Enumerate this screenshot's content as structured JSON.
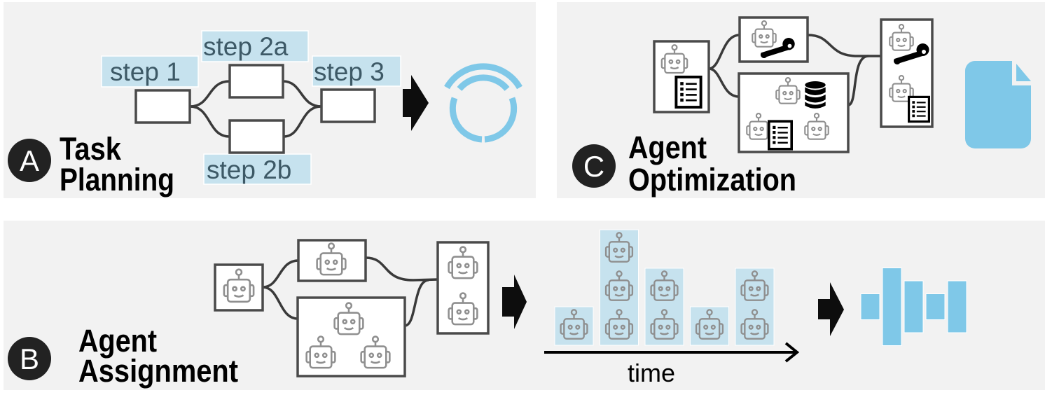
{
  "colors": {
    "panel": "#f2f2f2",
    "accent_blue": "#7fc8e8",
    "label_bg": "#c6e2ee",
    "robot_gray": "#8f8f8f"
  },
  "panel_a": {
    "badge": "A",
    "title_line1": "Task",
    "title_line2": "Planning",
    "steps": [
      "step 1",
      "step 2a",
      "step 3",
      "step 2b"
    ],
    "result_icon": "circular-progress-icon"
  },
  "panel_b": {
    "badge": "B",
    "title_line1": "Agent",
    "title_line2": "Assignment",
    "axis_label": "time",
    "agents_per_timestep": [
      1,
      3,
      2,
      1,
      2
    ],
    "result_icon": "bar-histogram-icon"
  },
  "panel_c": {
    "badge": "C",
    "title_line1": "Agent",
    "title_line2": "Optimization",
    "result_icon": "document-icon"
  }
}
